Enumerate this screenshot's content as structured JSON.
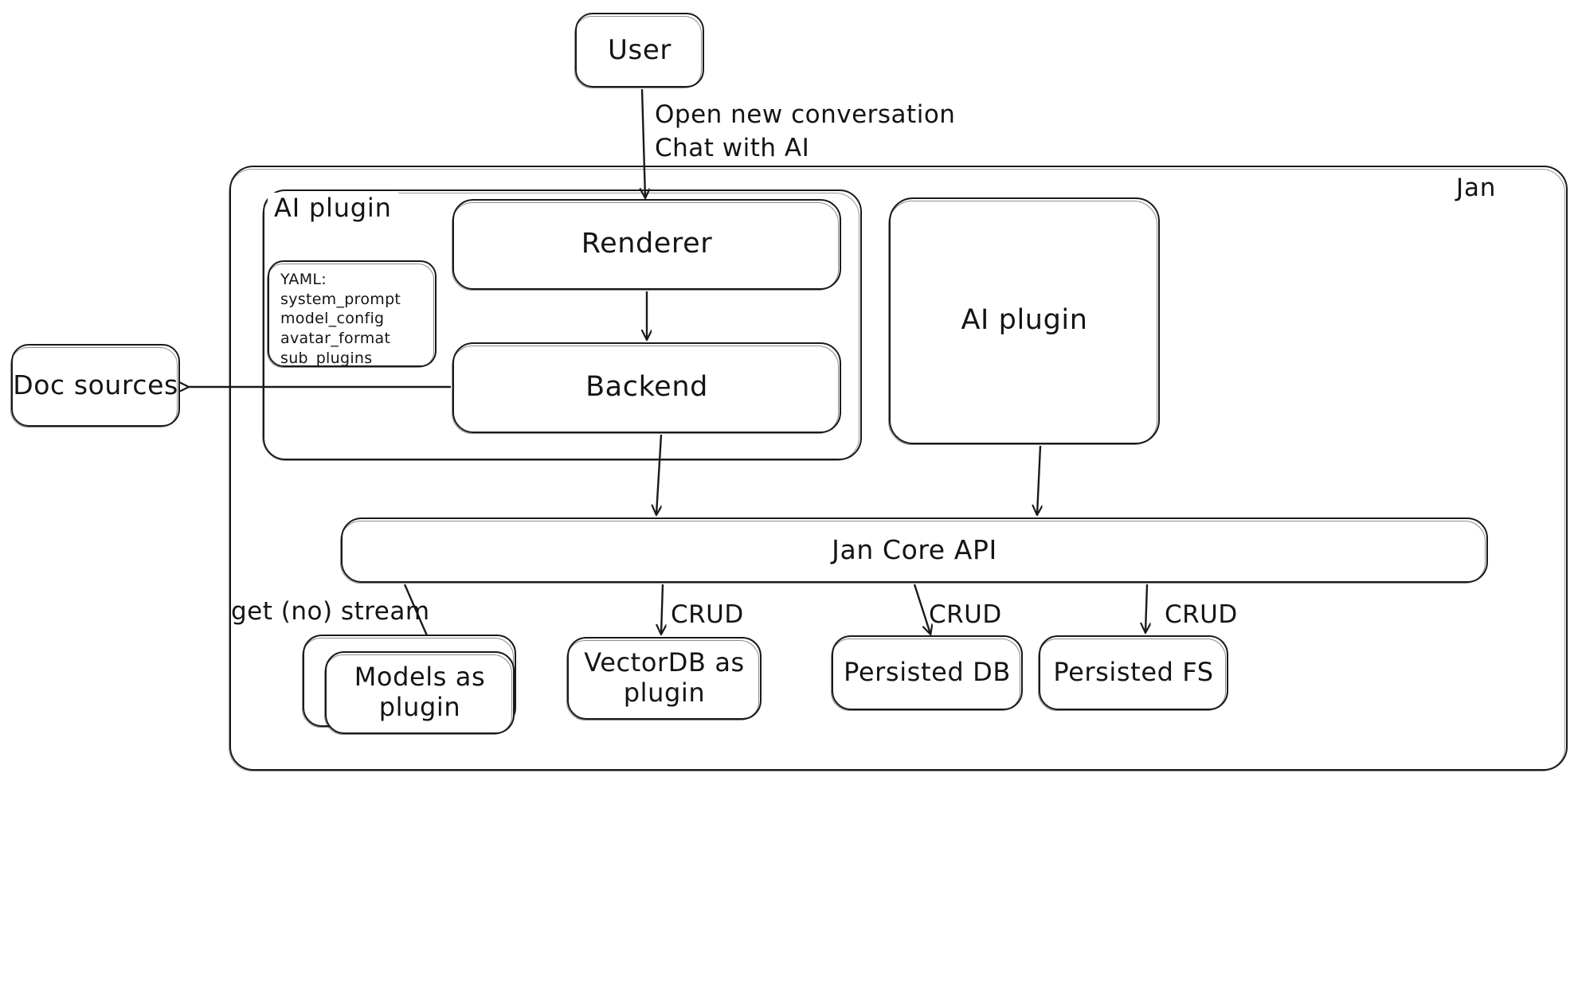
{
  "diagram": {
    "title_tag": "Jan",
    "outer_container_label": "Jan",
    "inner_container_label": "AI plugin"
  },
  "nodes": {
    "user": "User",
    "doc_sources": "Doc sources",
    "renderer": "Renderer",
    "backend": "Backend",
    "ai_plugin_right": "AI plugin",
    "jan_core_api": "Jan Core API",
    "models_as_plugin": "Models as\nplugin",
    "vectordb_as_plugin": "VectorDB as\nplugin",
    "persisted_db": "Persisted DB",
    "persisted_fs": "Persisted FS"
  },
  "yaml_box": {
    "header": "YAML:",
    "lines": [
      "system_prompt",
      "model_config",
      "avatar_format",
      "sub_plugins"
    ],
    "text": "YAML:\nsystem_prompt\nmodel_config\navatar_format\nsub_plugins"
  },
  "edge_labels": {
    "user_to_renderer": "Open new conversation\nChat with AI",
    "api_to_models": "get (no) stream",
    "api_to_vectordb": "CRUD",
    "api_to_persisted_db": "CRUD",
    "api_to_persisted_fs": "CRUD"
  },
  "colors": {
    "stroke": "#1a1a1a",
    "background": "#ffffff",
    "text": "#141414"
  }
}
